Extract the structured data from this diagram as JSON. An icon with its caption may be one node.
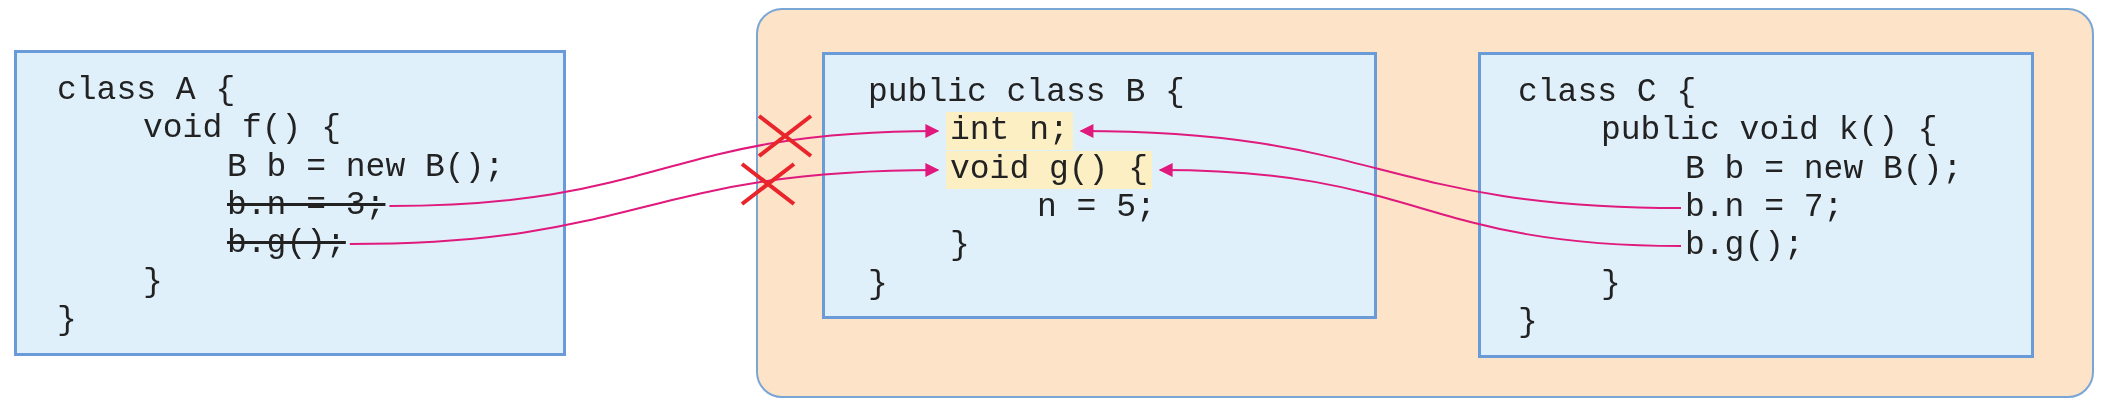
{
  "diagram": {
    "nodes": [
      {
        "text": [
          "class A {",
          "void f() {",
          "B b = new B();",
          "}",
          "}"
        ]
      },
      {
        "text": [
          "b.n = 3;"
        ],
        "in": 0
      },
      {
        "text": [
          "b.g();"
        ],
        "in": 0
      },
      {
        "text": [],
        "shape": "box"
      },
      {
        "text": [
          "public class B {",
          "n = 5;",
          "}",
          "}"
        ],
        "in": 3
      },
      {
        "text": [
          "int n;"
        ],
        "in": 4
      },
      {
        "text": [
          "void g() {"
        ],
        "in": 4
      },
      {
        "text": [
          "class C {",
          "public void k() {",
          "B b = new B();",
          "}",
          "}"
        ],
        "in": 3
      },
      {
        "text": [
          "b.n = 7;"
        ],
        "in": 7
      },
      {
        "text": [
          "b.g();"
        ],
        "in": 7
      }
    ],
    "edges": [
      {
        "from": 1,
        "to": 5,
        "arrow": "to"
      },
      {
        "from": 2,
        "to": 6,
        "arrow": "to"
      },
      {
        "from": 8,
        "to": 5,
        "arrow": "to"
      },
      {
        "from": 9,
        "to": 6,
        "arrow": "to"
      }
    ]
  }
}
